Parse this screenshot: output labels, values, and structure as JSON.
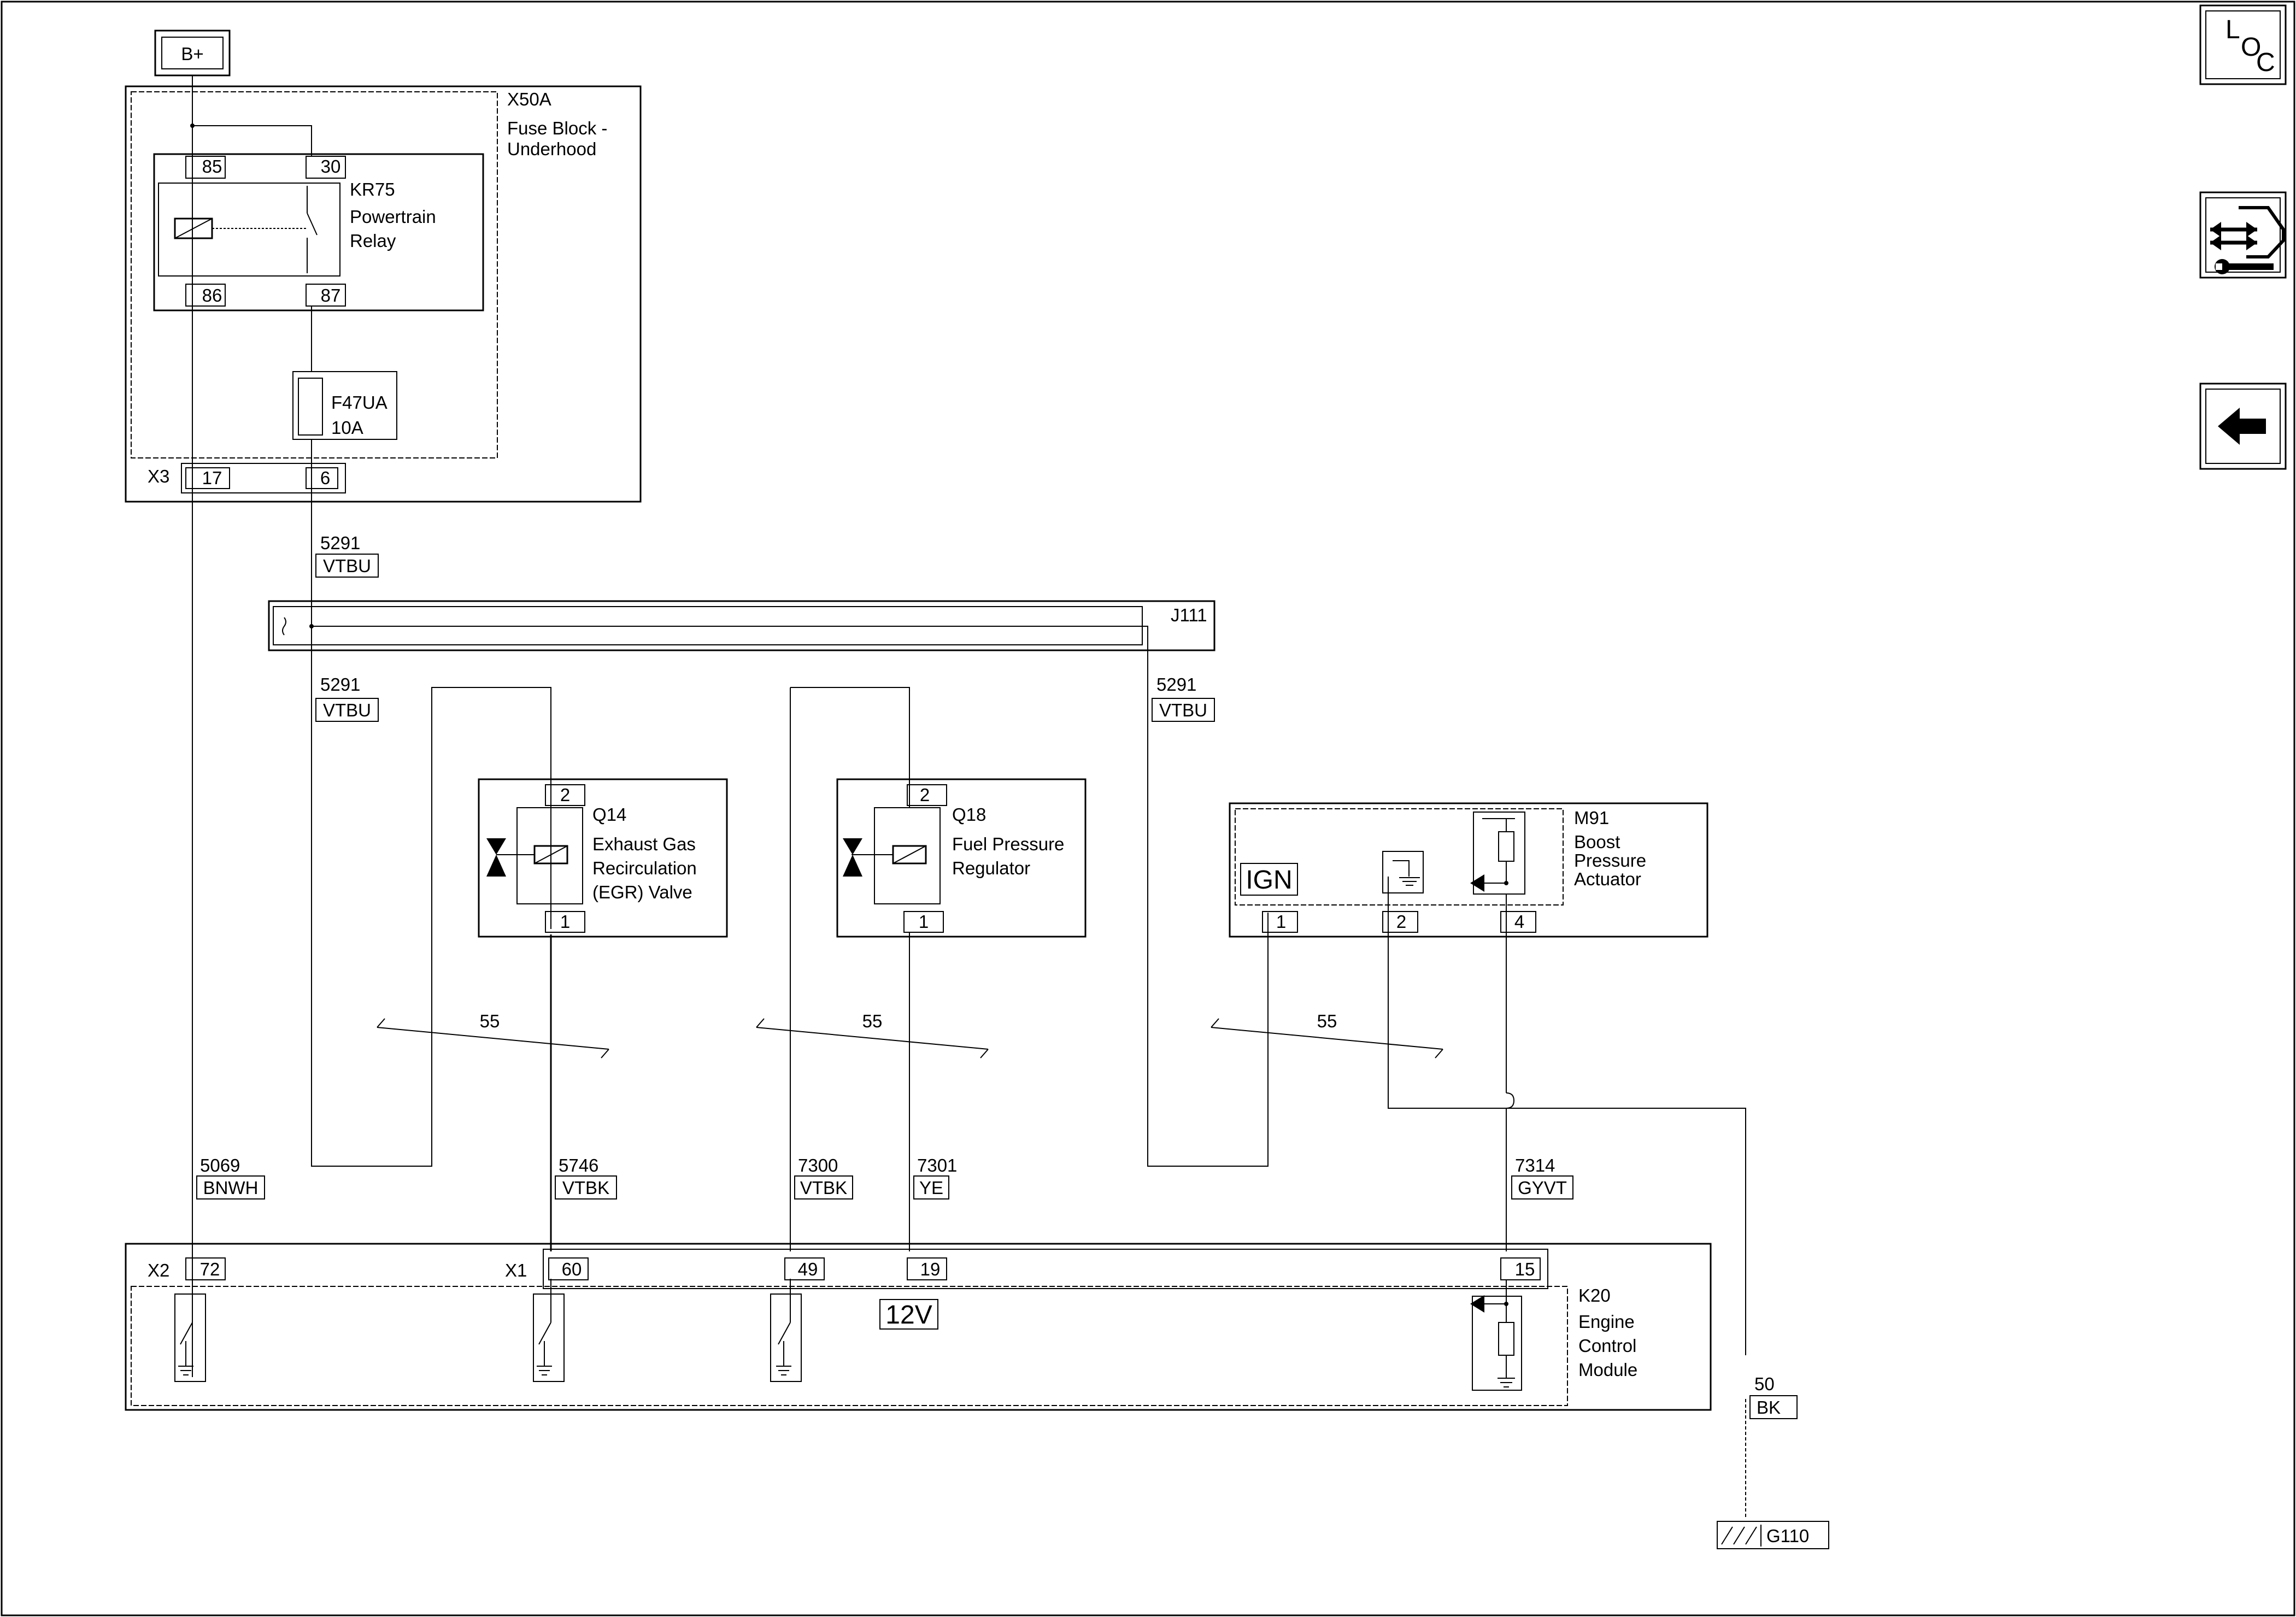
{
  "battery": {
    "label": "B+"
  },
  "fuse_block": {
    "id": "X50A",
    "name_line1": "Fuse Block -",
    "name_line2": "Underhood",
    "connector": "X3",
    "pin_a": "17",
    "pin_b": "6"
  },
  "relay": {
    "id": "KR75",
    "name_line1": "Powertrain",
    "name_line2": "Relay",
    "pin_85": "85",
    "pin_30": "30",
    "pin_86": "86",
    "pin_87": "87"
  },
  "fuse": {
    "id": "F47UA",
    "rating": "10A"
  },
  "splice": {
    "id": "J111"
  },
  "wires": {
    "w5291_a": {
      "circuit": "5291",
      "color": "VTBU"
    },
    "w5291_b": {
      "circuit": "5291",
      "color": "VTBU"
    },
    "w5291_c": {
      "circuit": "5291",
      "color": "VTBU"
    },
    "w5069": {
      "circuit": "5069",
      "color": "BNWH"
    },
    "w5746": {
      "circuit": "5746",
      "color": "VTBK"
    },
    "w7300": {
      "circuit": "7300",
      "color": "VTBK"
    },
    "w7301": {
      "circuit": "7301",
      "color": "YE"
    },
    "w7314": {
      "circuit": "7314",
      "color": "GYVT"
    },
    "w50": {
      "circuit": "50",
      "color": "BK"
    }
  },
  "egr_valve": {
    "id": "Q14",
    "line1": "Exhaust Gas",
    "line2": "Recirculation",
    "line3": "(EGR) Valve",
    "pin_top": "2",
    "pin_bottom": "1"
  },
  "fuel_reg": {
    "id": "Q18",
    "line1": "Fuel Pressure",
    "line2": "Regulator",
    "pin_top": "2",
    "pin_bottom": "1"
  },
  "boost": {
    "id": "M91",
    "line1": "Boost",
    "line2": "Pressure",
    "line3": "Actuator",
    "ign_label": "IGN",
    "pin1": "1",
    "pin2": "2",
    "pin4": "4"
  },
  "reference": {
    "page_a": "55",
    "page_b": "55",
    "page_c": "55"
  },
  "ecm": {
    "id": "K20",
    "line1": "Engine",
    "line2": "Control",
    "line3": "Module",
    "conn_x2": "X2",
    "conn_x1": "X1",
    "pin72": "72",
    "pin60": "60",
    "pin49": "49",
    "pin19": "19",
    "pin15": "15",
    "volt_label": "12V"
  },
  "ground": {
    "id": "G110"
  },
  "nav": {
    "loc_l": "L",
    "loc_o": "O",
    "loc_c": "C"
  }
}
